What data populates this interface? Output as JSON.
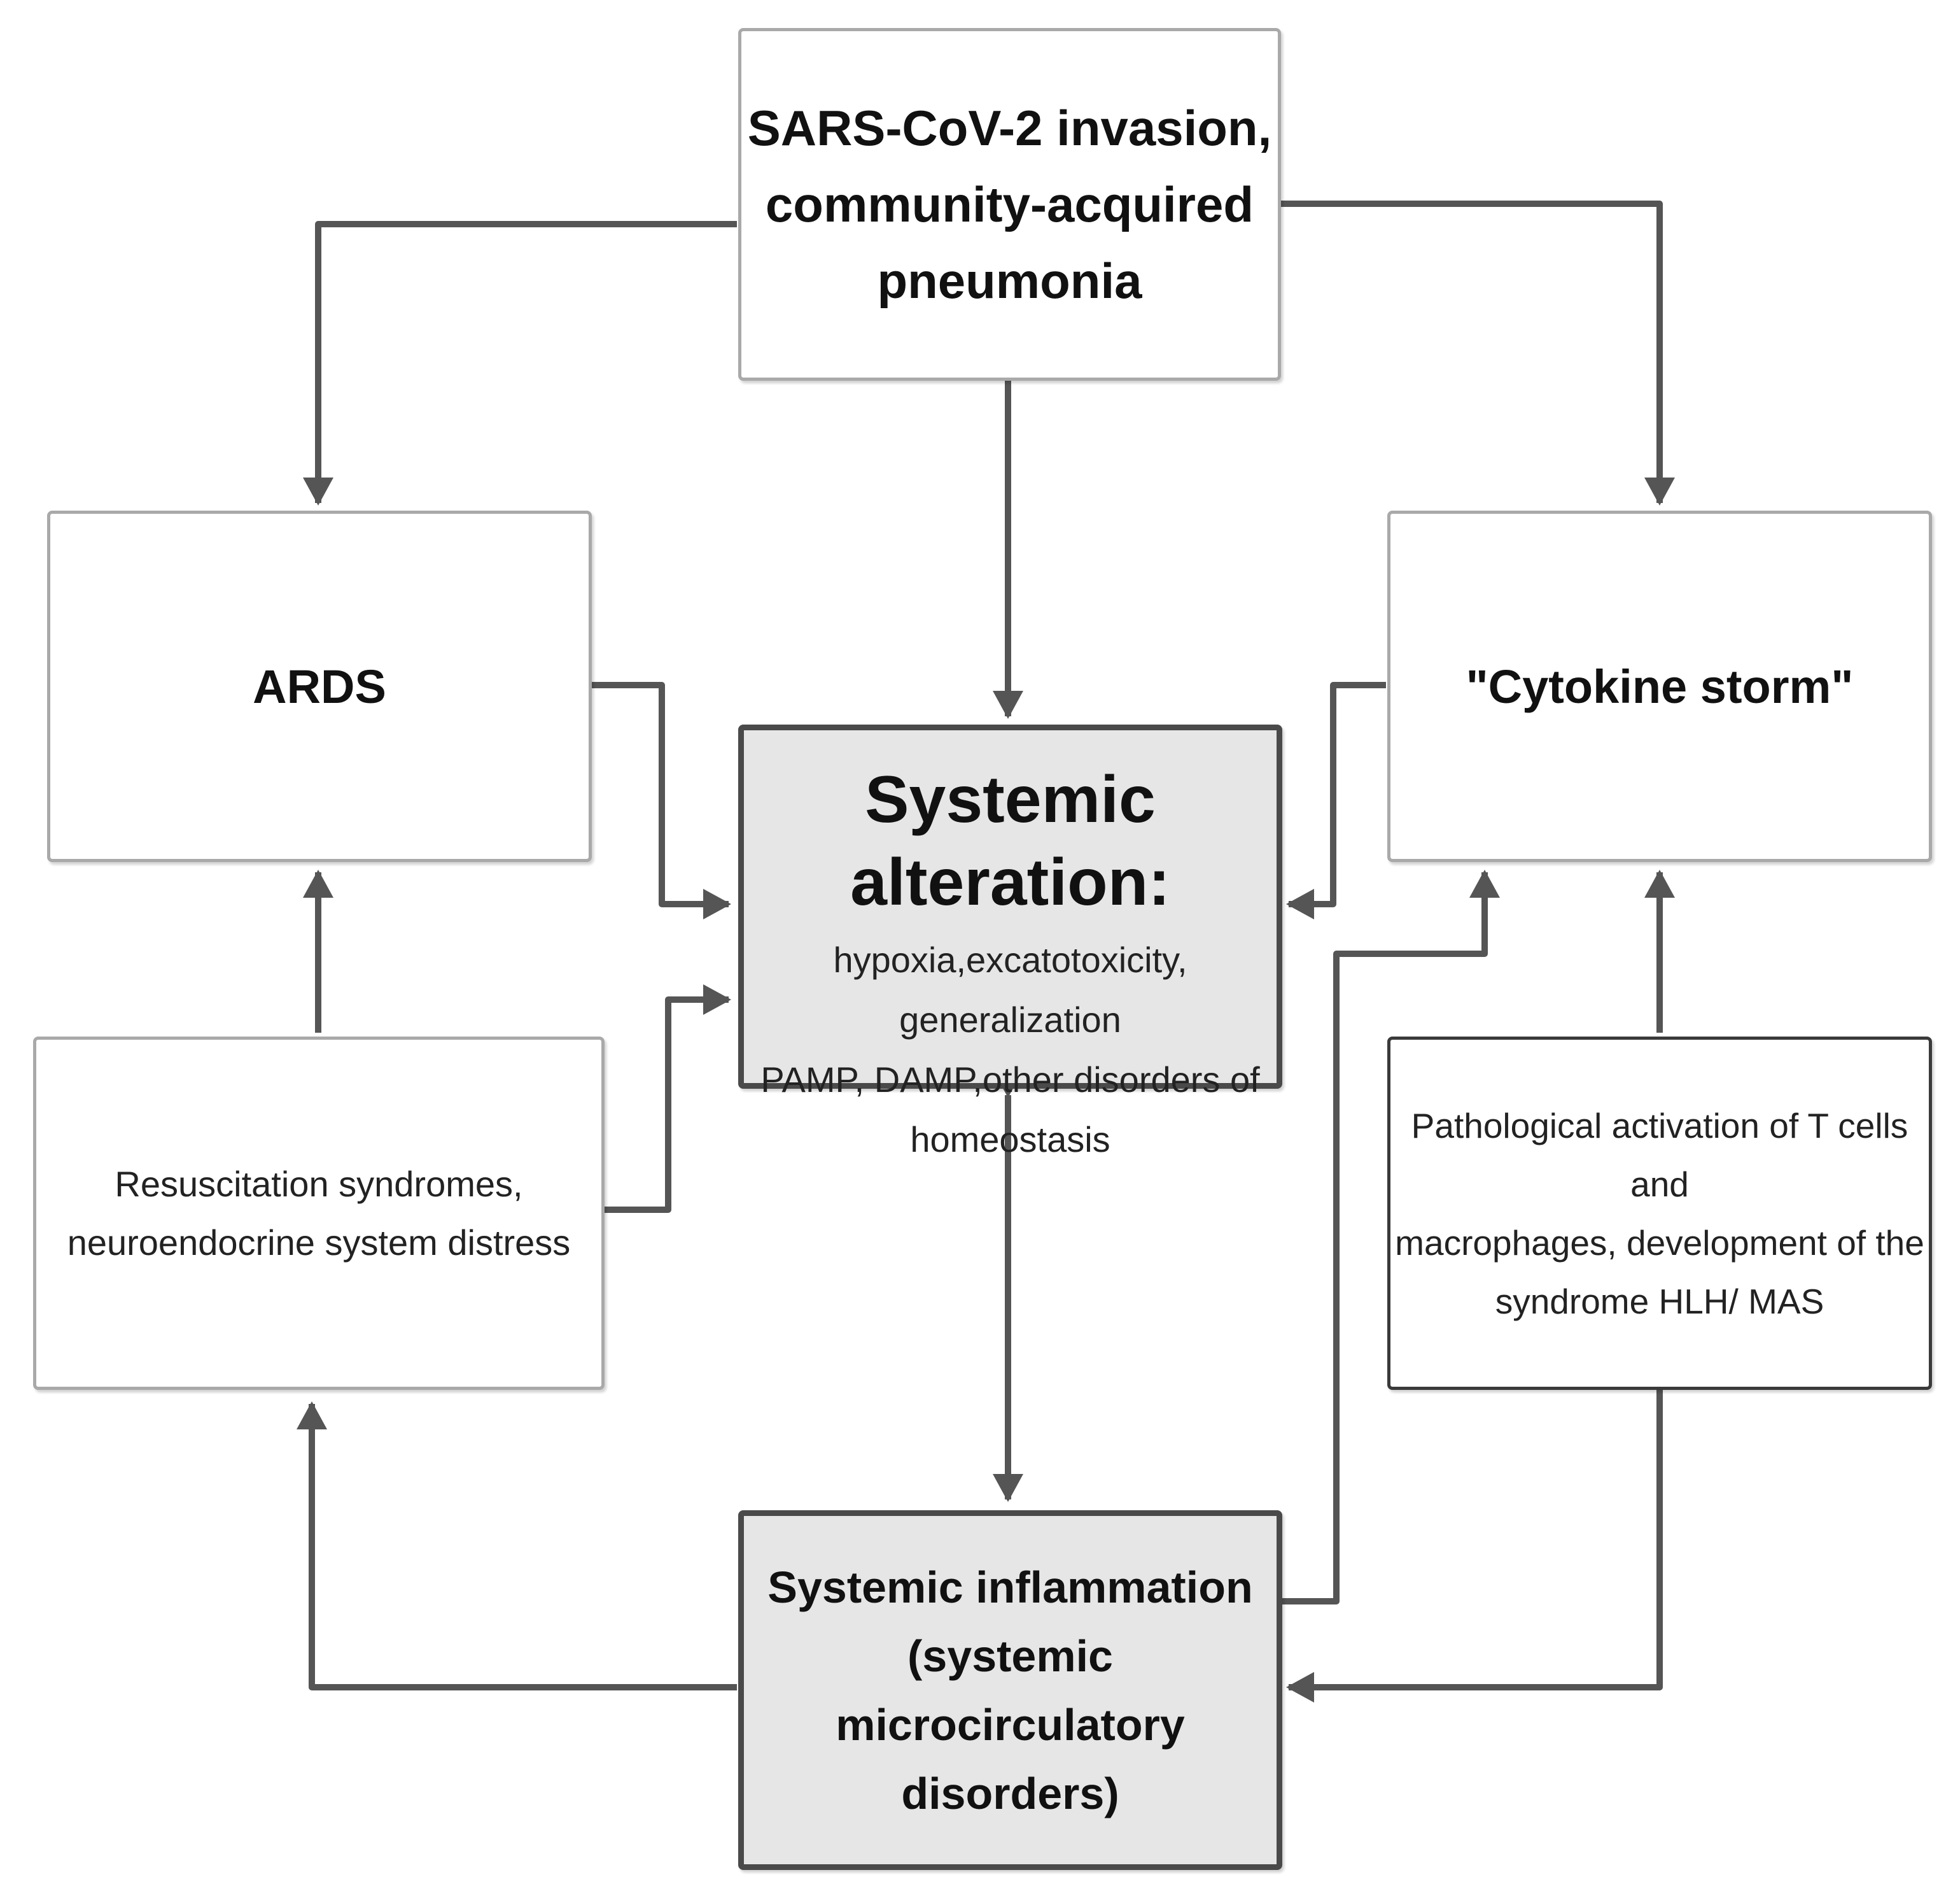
{
  "boxes": {
    "sars": {
      "lines": [
        "SARS-CoV-2 invasion,",
        "community-acquired",
        "pneumonia"
      ]
    },
    "ards": {
      "lines": [
        "ARDS"
      ]
    },
    "cytokine": {
      "lines": [
        "\"Cytokine storm\""
      ]
    },
    "systemic_alteration": {
      "title": "Systemic alteration:",
      "lines": [
        "hypoxia,excatotoxicity, generalization",
        "PAMP, DAMP,other disorders of",
        "homeostasis"
      ]
    },
    "resuscitation": {
      "lines": [
        "Resuscitation syndromes,",
        "neuroendocrine system distress"
      ]
    },
    "pathological": {
      "lines": [
        "Pathological activation of T cells and",
        "macrophages, development of the",
        "syndrome HLH/ MAS"
      ]
    },
    "inflammation": {
      "lines": [
        "Systemic inflammation",
        "(systemic microcirculatory",
        "disorders)"
      ]
    }
  },
  "colors": {
    "connector": "#555555",
    "gray_fill": "#e6e6e6",
    "dark_border": "#4a4a4a",
    "light_border": "#a9a9a9"
  }
}
